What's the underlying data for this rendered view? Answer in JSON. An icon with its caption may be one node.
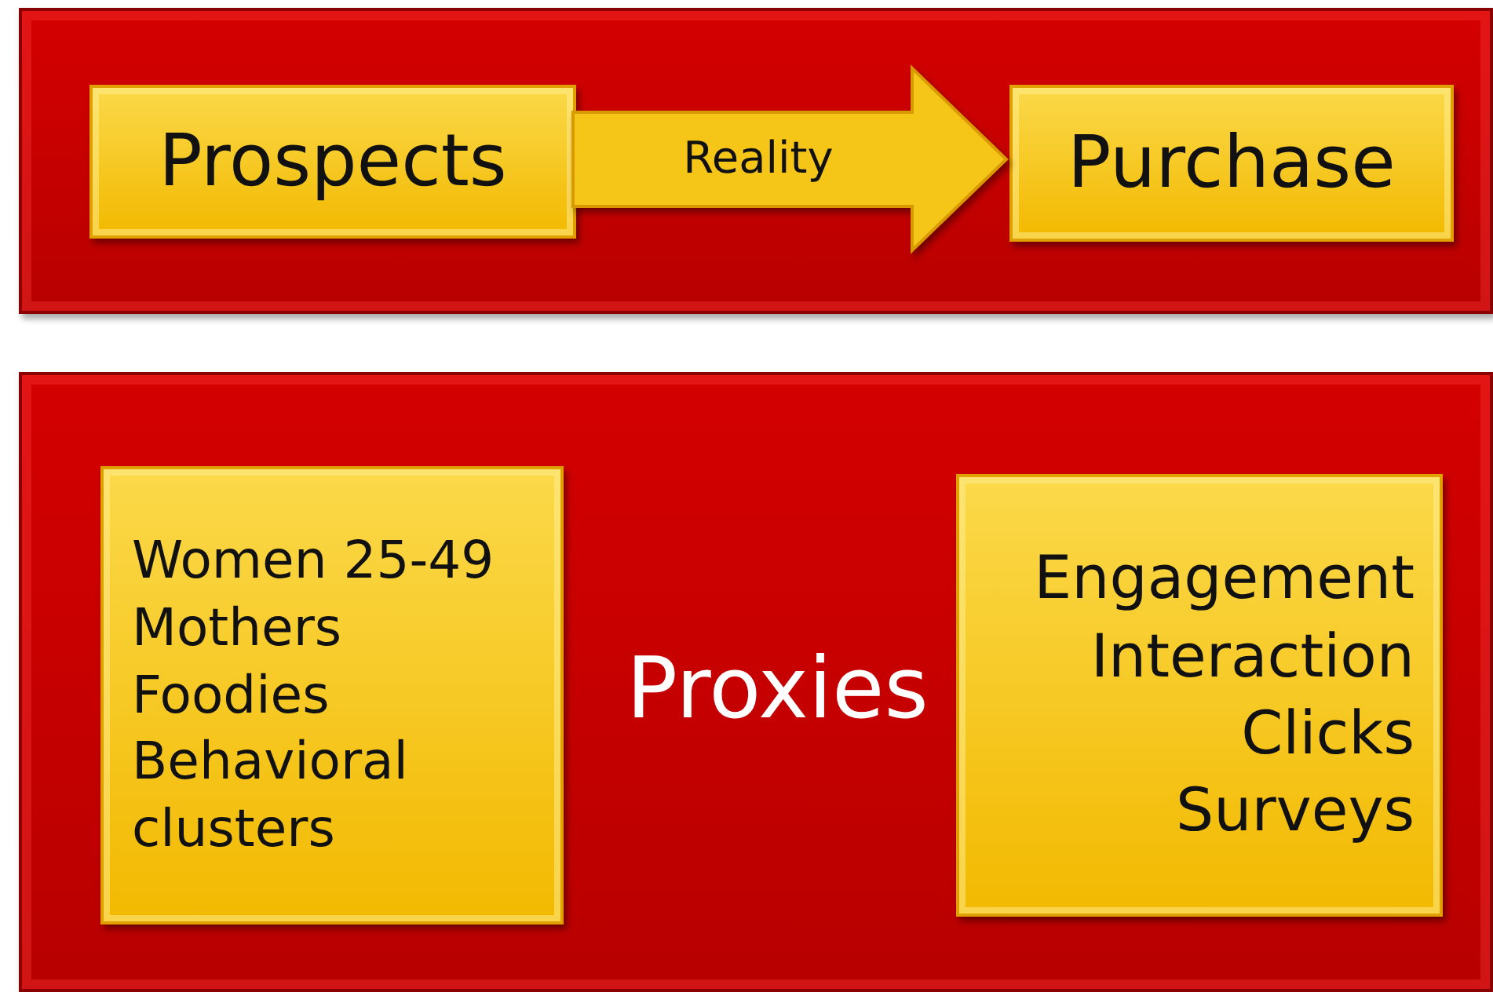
{
  "diagram": {
    "nodes": [
      {
        "text": [],
        "shape": "box"
      },
      {
        "text": [
          "Prospects"
        ],
        "in": 0
      },
      {
        "text": [
          "Purchase"
        ],
        "in": 0
      },
      {
        "text": [
          "Proxies"
        ]
      },
      {
        "text": [
          "Women 25-49",
          "Mothers",
          "Foodies",
          "Behavioral clusters"
        ],
        "in": 3
      },
      {
        "text": [
          "Engagement",
          "Interaction",
          "Clicks",
          "Surveys"
        ],
        "in": 3
      }
    ],
    "edges": [
      {
        "from": 1,
        "to": 2,
        "arrow": "to",
        "label": "Reality"
      }
    ]
  }
}
